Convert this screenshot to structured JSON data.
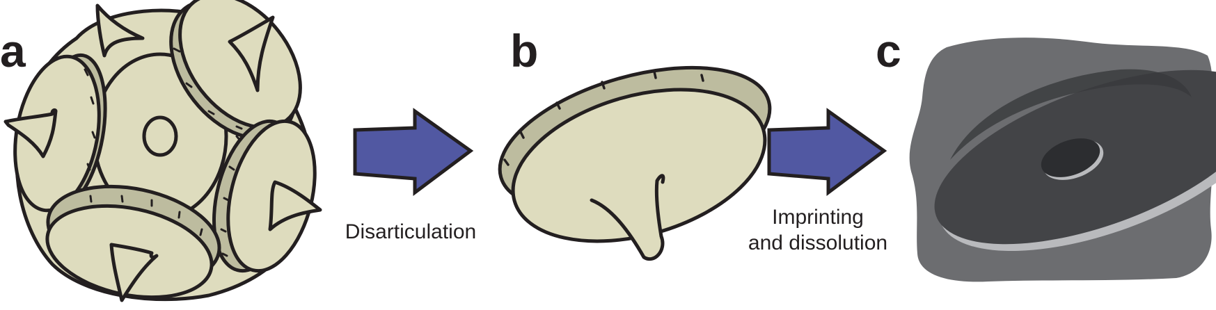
{
  "panels": [
    {
      "label": "a"
    },
    {
      "label": "b"
    },
    {
      "label": "c"
    }
  ],
  "steps": [
    {
      "lines": [
        "Disarticulation"
      ]
    },
    {
      "lines": [
        "Imprinting",
        "and dissolution"
      ]
    }
  ],
  "colors": {
    "plate": "#dedcbe",
    "rim": "#bdbc9f",
    "outline": "#231f20",
    "arrow_fill": "#5158a2",
    "mould_background": "#6c6d70",
    "mould_hollow": "#434447",
    "mould_hole": "#2c2d30",
    "mould_highlight": "#b9babd"
  }
}
